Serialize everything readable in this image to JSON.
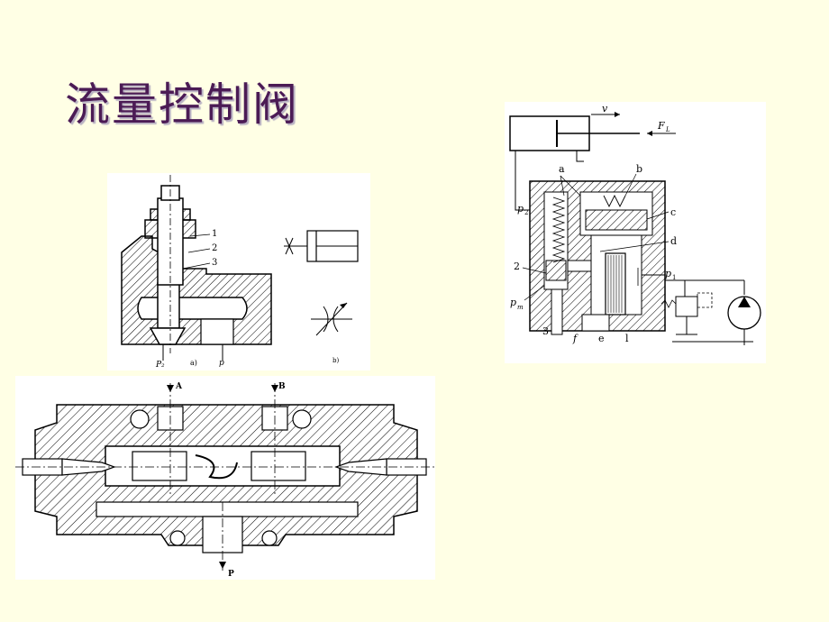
{
  "title": "流量控制阀",
  "fig1": {
    "labels": {
      "n1": "1",
      "n2": "2",
      "n3": "3",
      "p2": "P₂",
      "a": "a)",
      "p": "p",
      "b": "b)"
    }
  },
  "fig2": {
    "labels": {
      "v": "v",
      "fl": "F",
      "fl_sub": "L",
      "a": "a",
      "b": "b",
      "c": "c",
      "d": "d",
      "p2": "p",
      "p2_sub": "2",
      "n2": "2",
      "p1": "p",
      "p1_sub": "1",
      "pm": "p",
      "pm_sub": "m",
      "n3": "3",
      "f": "f",
      "e": "e",
      "l": "l"
    }
  },
  "fig3": {
    "labels": {
      "A": "A",
      "B": "B",
      "P": "P"
    }
  }
}
